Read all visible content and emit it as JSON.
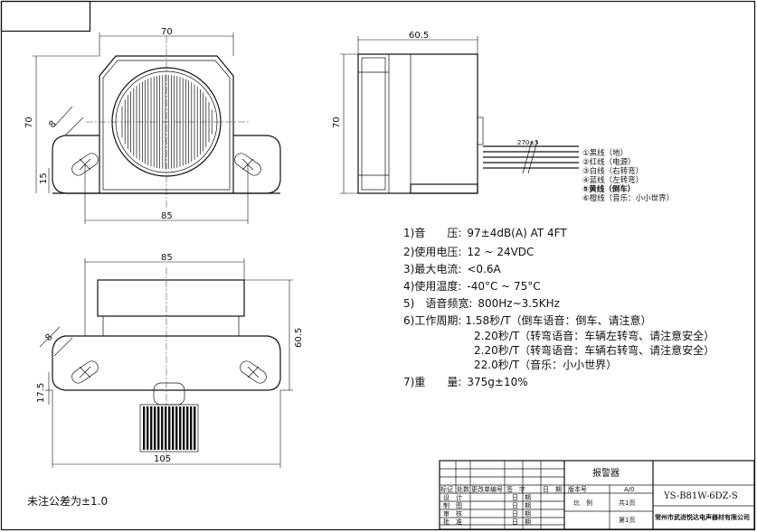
{
  "front_view": {
    "width_dim": "70",
    "height_dim": "70",
    "hole_dim": "8",
    "hole_offset_dim": "15",
    "mount_span_dim": "85"
  },
  "side_view": {
    "depth_dim": "60.5",
    "height_dim": "70",
    "wire_length_dim": "270±5"
  },
  "wires": [
    {
      "num": "①",
      "label": "黑线（地）"
    },
    {
      "num": "②",
      "label": "红线（电源）"
    },
    {
      "num": "③",
      "label": "白线（右转弯）"
    },
    {
      "num": "④",
      "label": "蓝线（左转弯）"
    },
    {
      "num": "⑤",
      "label": "黄线（倒车）"
    },
    {
      "num": "⑥",
      "label": "橙线（音乐：小小世界）"
    }
  ],
  "specs": [
    {
      "label": "1)音　　压:",
      "value": "97±4dB(A) AT 4FT"
    },
    {
      "label": "2)使用电压:",
      "value": "12 ~ 24VDC"
    },
    {
      "label": "3)最大电流:",
      "value": "<0.6A"
    },
    {
      "label": "4)使用温度:",
      "value": "-40°C ~ 75°C"
    },
    {
      "label": "5)　语音频宽:",
      "value": "800Hz~3.5KHz"
    },
    {
      "label": "6)工作周期:",
      "value": "1.58秒/T（倒车语音：倒车、请注意）"
    },
    {
      "label": "",
      "value": "2.20秒/T（转弯语音：车辆左转弯、请注意安全）"
    },
    {
      "label": "",
      "value": "2.20秒/T（转弯语音：车辆右转弯、请注意安全）"
    },
    {
      "label": "",
      "value": "22.0秒/T（音乐：小小世界）"
    },
    {
      "label": "7)重　　量:",
      "value": "375g±10%"
    }
  ],
  "bottom_view": {
    "width_dim": "85",
    "height_dim": "60.5",
    "hole_dim": "8",
    "hole_offset_dim": "17.5",
    "overall_dim": "105"
  },
  "tolerance_note": "未注公差为±1.0",
  "title_block": {
    "product_name": "报警器",
    "part_number": "YS-B81W-6DZ-S",
    "company": "常州市武进悦达电声器材有限公司",
    "version_label": "版本号",
    "version_value": "A/0",
    "scale_label": "比　例",
    "total_pages": "共1页",
    "page_no": "第1页",
    "rev_headers": [
      "标记",
      "处数",
      "更改单编号",
      "签　字",
      "日　期"
    ],
    "role_rows": [
      {
        "role": "设　计",
        "date": "日　期"
      },
      {
        "role": "制　图",
        "date": "日　期"
      },
      {
        "role": "审　核",
        "date": "日　期"
      },
      {
        "role": "批　准",
        "date": "日　期"
      }
    ]
  }
}
